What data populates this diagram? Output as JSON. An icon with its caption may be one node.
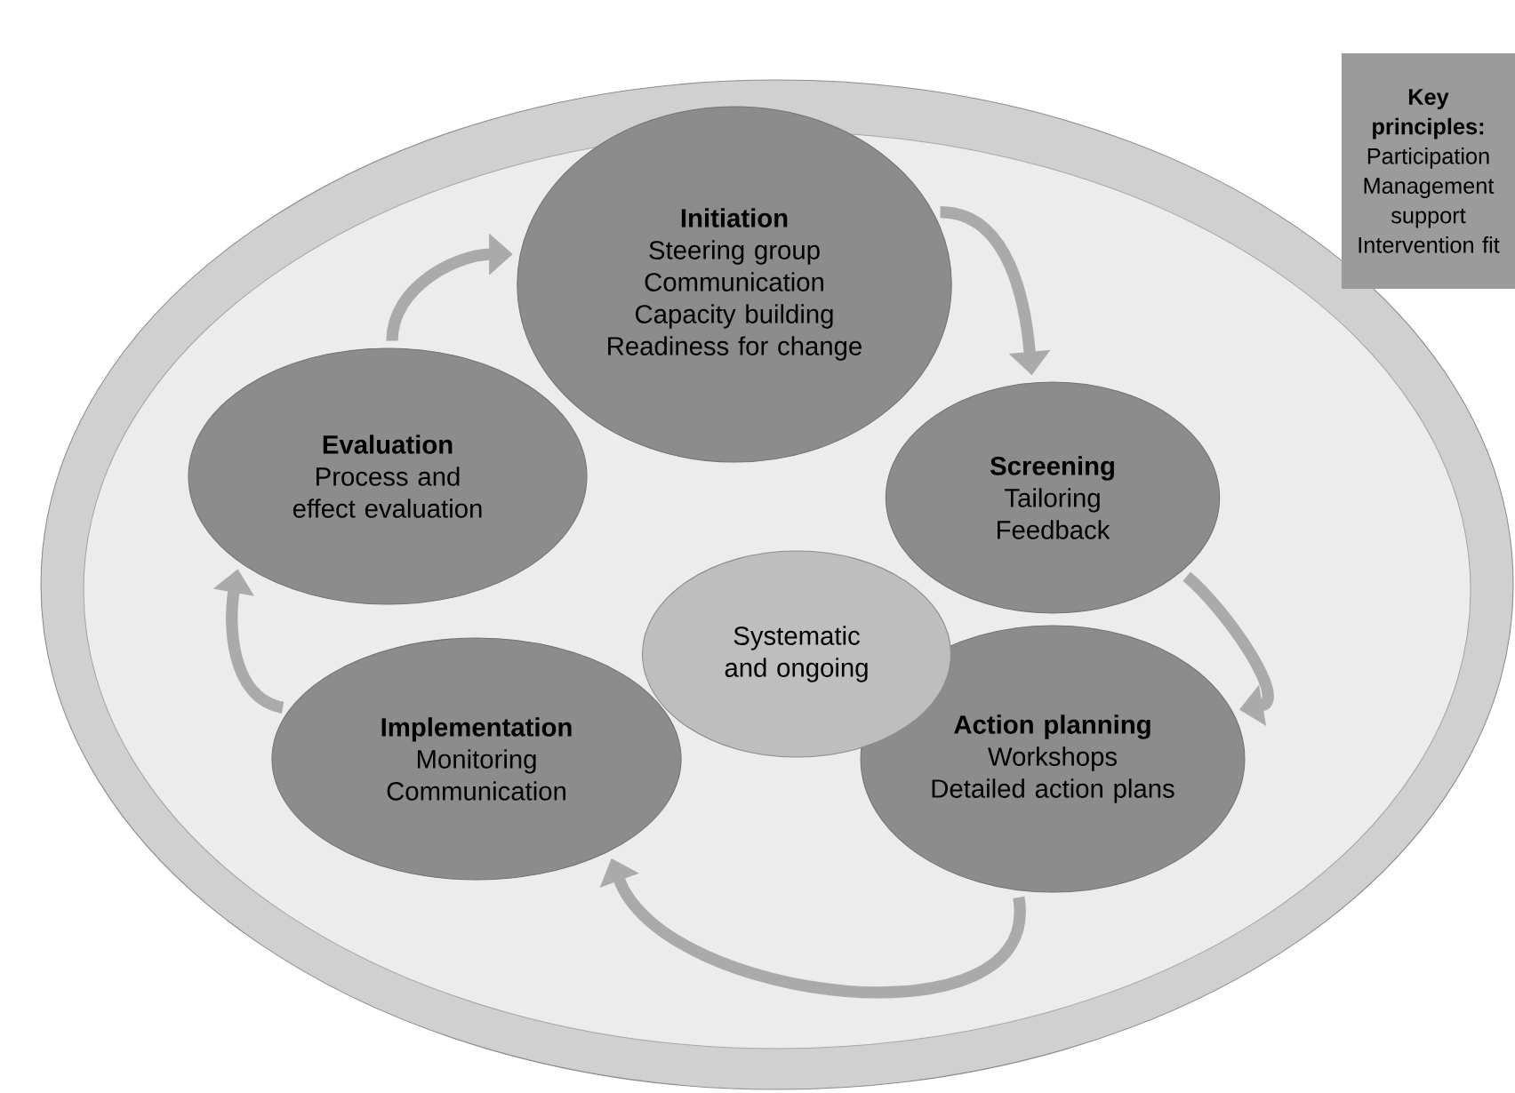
{
  "diagram": {
    "nodes": [
      {
        "text": [
          "Initiation",
          "Steering group",
          "Communication",
          "Capacity building",
          "Readiness for change"
        ]
      },
      {
        "text": [
          "Screening",
          "Tailoring",
          "Feedback"
        ]
      },
      {
        "text": [
          "Action planning",
          "Workshops",
          "Detailed action plans"
        ]
      },
      {
        "text": [
          "Implementation",
          "Monitoring",
          "Communication"
        ]
      },
      {
        "text": [
          "Evaluation",
          "Process and effect evaluation"
        ]
      },
      {
        "text": [
          "Systematic and ongoing"
        ]
      },
      {
        "text": [
          "Key principles:",
          "Participation",
          "Management support",
          "Intervention fit"
        ]
      }
    ],
    "edges": [
      {
        "from": 0,
        "to": 1,
        "arrow": "to"
      },
      {
        "from": 1,
        "to": 2,
        "arrow": "to"
      },
      {
        "from": 2,
        "to": 3,
        "arrow": "to"
      },
      {
        "from": 3,
        "to": 4,
        "arrow": "to"
      },
      {
        "from": 4,
        "to": 0,
        "arrow": "to"
      }
    ]
  }
}
